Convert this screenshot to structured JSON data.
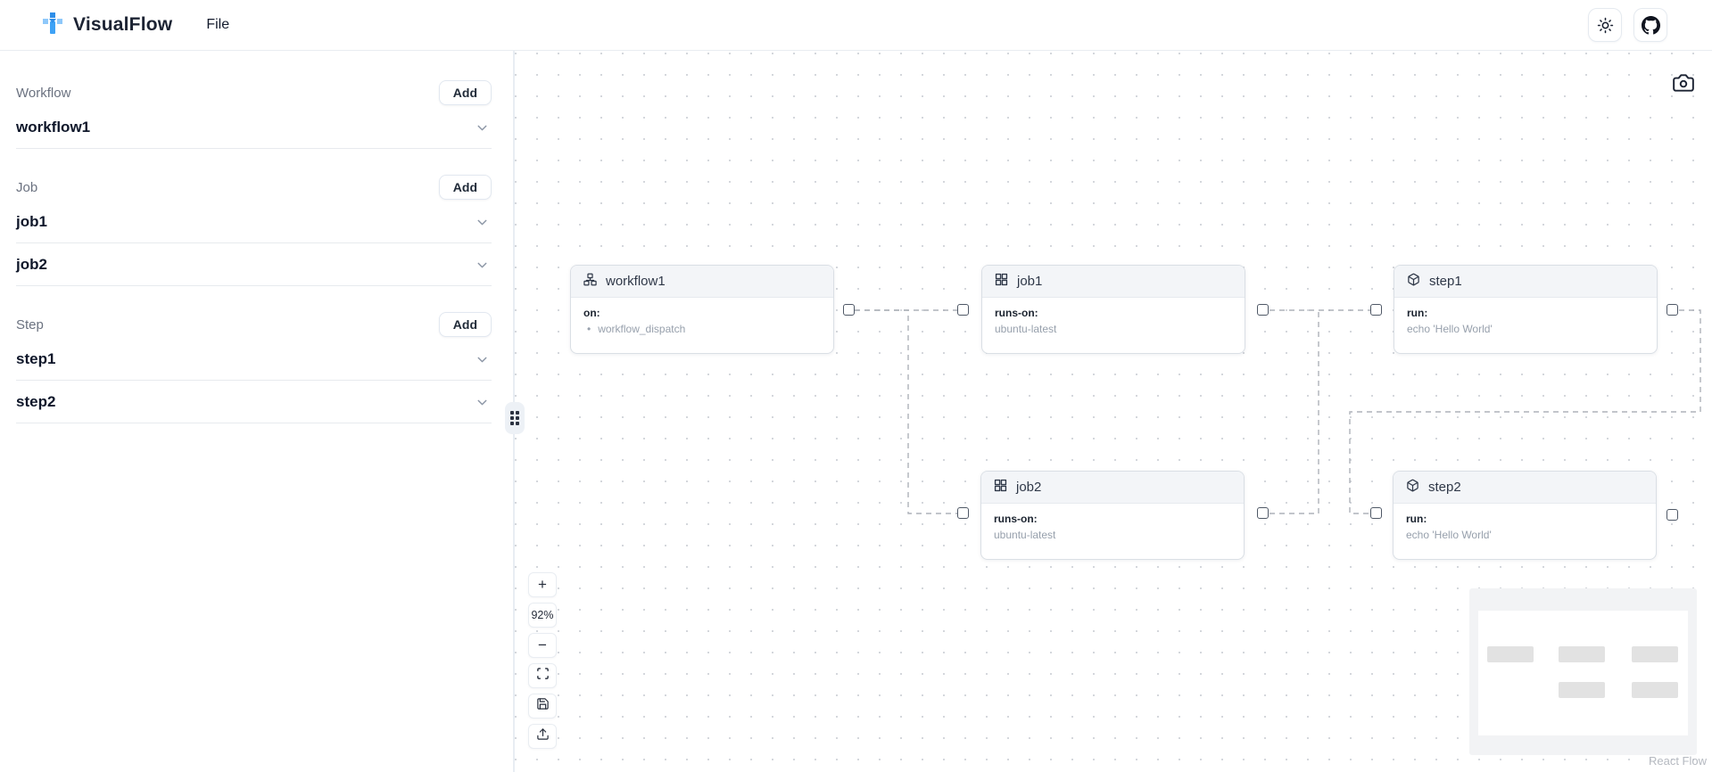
{
  "navbar": {
    "brand": "VisualFlow",
    "file_menu": "File",
    "icons": [
      "visualflow-logo",
      "sun-icon",
      "github-icon"
    ]
  },
  "sidebar": {
    "sections": [
      {
        "label": "Workflow",
        "add_label": "Add",
        "items": [
          {
            "name": "workflow1"
          }
        ]
      },
      {
        "label": "Job",
        "add_label": "Add",
        "items": [
          {
            "name": "job1"
          },
          {
            "name": "job2"
          }
        ]
      },
      {
        "label": "Step",
        "add_label": "Add",
        "items": [
          {
            "name": "step1"
          },
          {
            "name": "step2"
          }
        ]
      }
    ]
  },
  "canvas": {
    "zoom_level": "92%",
    "zoom_in": "+",
    "zoom_out": "−",
    "attribution": "React Flow",
    "nodes": [
      {
        "title": "workflow1",
        "icon": "workflow-icon",
        "field": "on:",
        "value": "workflow_dispatch"
      },
      {
        "title": "job1",
        "icon": "grid-icon",
        "field": "runs-on:",
        "value": "ubuntu-latest"
      },
      {
        "title": "step1",
        "icon": "box-icon",
        "field": "run:",
        "value": "echo 'Hello World'"
      },
      {
        "title": "job2",
        "icon": "grid-icon",
        "field": "runs-on:",
        "value": "ubuntu-latest"
      },
      {
        "title": "step2",
        "icon": "box-icon",
        "field": "run:",
        "value": "echo 'Hello World'"
      }
    ],
    "edges": [
      "workflow1 -> job1",
      "workflow1 -> job2",
      "job1 -> step1",
      "job2 -> step1 (merge)",
      "step1 -> step2"
    ]
  },
  "colors": {
    "accent_blue": "#3ea2f6",
    "edge_gray": "#aeb2ba",
    "node_header_bg": "#f3f5f8",
    "text_dark": "#1c2333",
    "text_muted": "#6b7280"
  }
}
